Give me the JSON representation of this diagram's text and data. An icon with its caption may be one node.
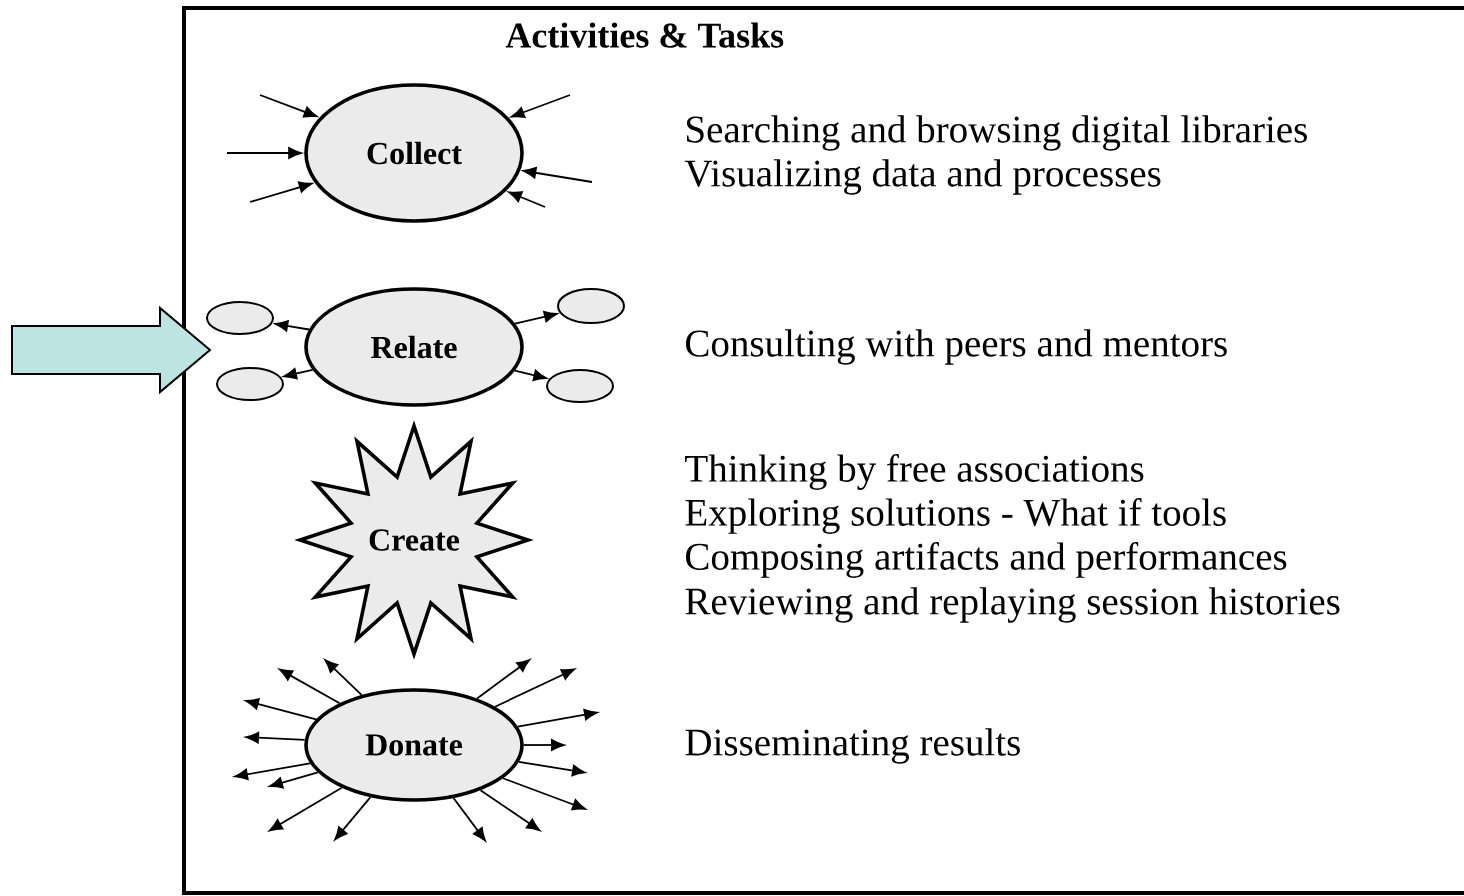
{
  "diagram": {
    "title": "Activities & Tasks",
    "nodes": [
      {
        "text": [
          "Collect"
        ]
      },
      {
        "text": [
          "Relate"
        ]
      },
      {
        "text": [],
        "shape": "ellipse"
      },
      {
        "text": [],
        "shape": "ellipse"
      },
      {
        "text": [],
        "shape": "ellipse"
      },
      {
        "text": [],
        "shape": "ellipse"
      },
      {
        "text": [
          "Create"
        ]
      },
      {
        "text": [
          "Donate"
        ]
      }
    ],
    "edges": [
      {
        "from": null,
        "to": 0,
        "arrow": "to"
      },
      {
        "from": null,
        "to": 0,
        "arrow": "to"
      },
      {
        "from": null,
        "to": 0,
        "arrow": "to"
      },
      {
        "from": null,
        "to": 0,
        "arrow": "to"
      },
      {
        "from": null,
        "to": 0,
        "arrow": "to"
      },
      {
        "from": null,
        "to": 0,
        "arrow": "to"
      },
      {
        "from": 1,
        "to": 2,
        "arrow": "to"
      },
      {
        "from": 1,
        "to": 3,
        "arrow": "to"
      },
      {
        "from": 1,
        "to": 4,
        "arrow": "to"
      },
      {
        "from": 1,
        "to": 5,
        "arrow": "to"
      },
      {
        "from": 7,
        "to": null,
        "arrow": "to"
      },
      {
        "from": 7,
        "to": null,
        "arrow": "to"
      },
      {
        "from": 7,
        "to": null,
        "arrow": "to"
      },
      {
        "from": 7,
        "to": null,
        "arrow": "to"
      },
      {
        "from": 7,
        "to": null,
        "arrow": "to"
      },
      {
        "from": 7,
        "to": null,
        "arrow": "to"
      },
      {
        "from": 7,
        "to": null,
        "arrow": "to"
      },
      {
        "from": 7,
        "to": null,
        "arrow": "to"
      },
      {
        "from": 7,
        "to": null,
        "arrow": "to"
      },
      {
        "from": 7,
        "to": null,
        "arrow": "to"
      },
      {
        "from": 7,
        "to": null,
        "arrow": "to"
      },
      {
        "from": 7,
        "to": null,
        "arrow": "to"
      },
      {
        "from": 7,
        "to": null,
        "arrow": "to"
      },
      {
        "from": 7,
        "to": null,
        "arrow": "to"
      },
      {
        "from": 7,
        "to": null,
        "arrow": "to"
      },
      {
        "from": 7,
        "to": null,
        "arrow": "to"
      }
    ],
    "labels": [
      "Searching and browsing digital libraries",
      "Visualizing data and processes",
      "Consulting with peers and mentors",
      "Thinking by free associations",
      "Exploring solutions - What if tools",
      "Composing artifacts and performances",
      "Reviewing and replaying session histories",
      "Disseminating results"
    ]
  }
}
